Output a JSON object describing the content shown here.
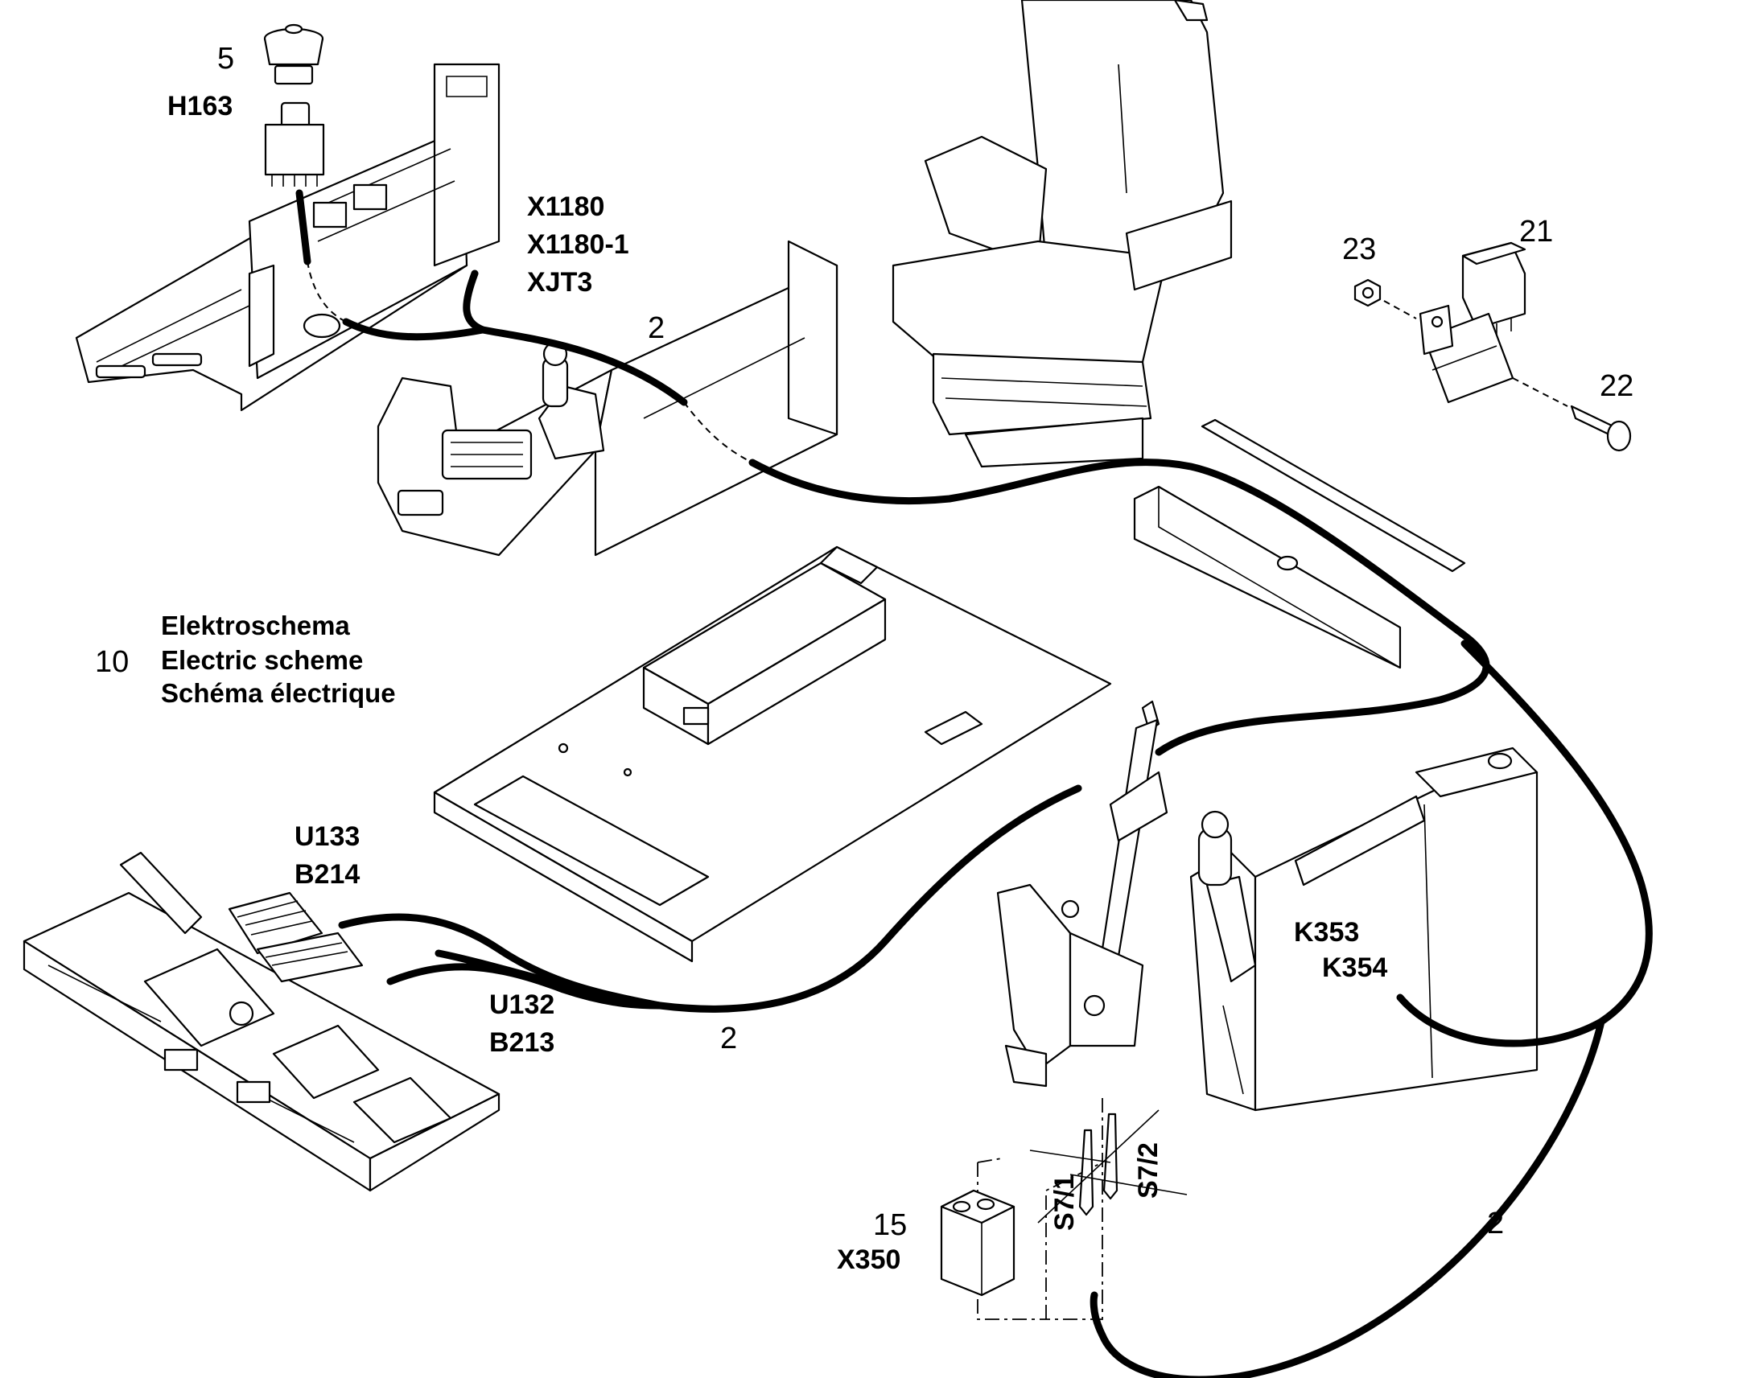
{
  "callouts": {
    "item_5": "5",
    "h163": "H163",
    "x1180": "X1180",
    "x1180_1": "X1180-1",
    "xjt3": "XJT3",
    "cable_2_top": "2",
    "item_23": "23",
    "item_21": "21",
    "item_22": "22",
    "item_10": "10",
    "u133": "U133",
    "b214": "B214",
    "u132": "U132",
    "b213": "B213",
    "cable_2_mid": "2",
    "k353": "K353",
    "k354": "K354",
    "item_15": "15",
    "x350": "X350",
    "s7_1": "S7/1",
    "s7_2": "S7/2",
    "cable_2_bottom": "2"
  },
  "legend": {
    "line_de": "Elektroschema",
    "line_en": "Electric scheme",
    "line_fr": "Schéma électrique"
  }
}
